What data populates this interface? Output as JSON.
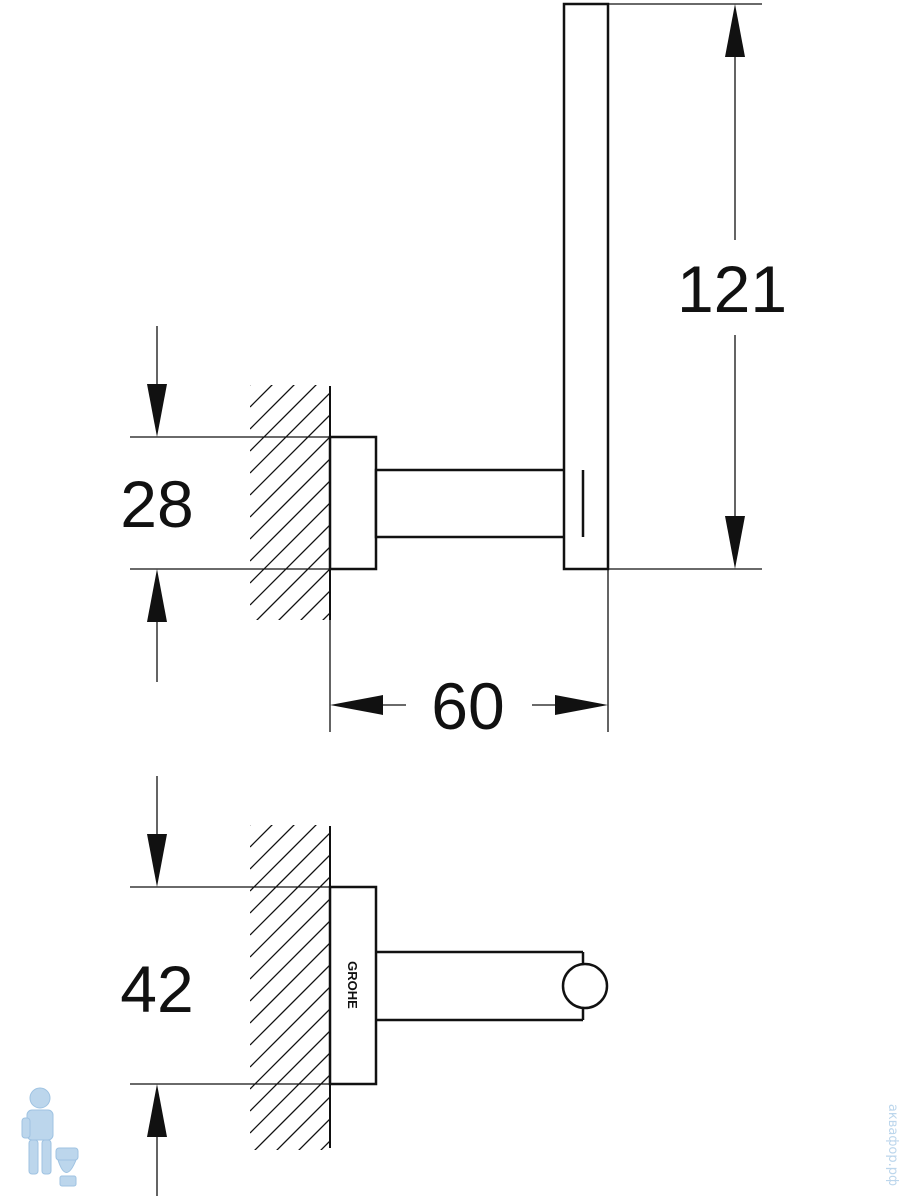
{
  "dimensions": {
    "mount_height": "28",
    "holder_height": "121",
    "projection_depth": "60",
    "mount_width": "42"
  },
  "logo": {
    "text": "GROHE"
  },
  "watermark": {
    "text": "аквафор.рф",
    "icon": "plumber-mascot-icon"
  },
  "colors": {
    "line": "#111111",
    "background": "#ffffff",
    "watermark": "#bcd6ec"
  }
}
